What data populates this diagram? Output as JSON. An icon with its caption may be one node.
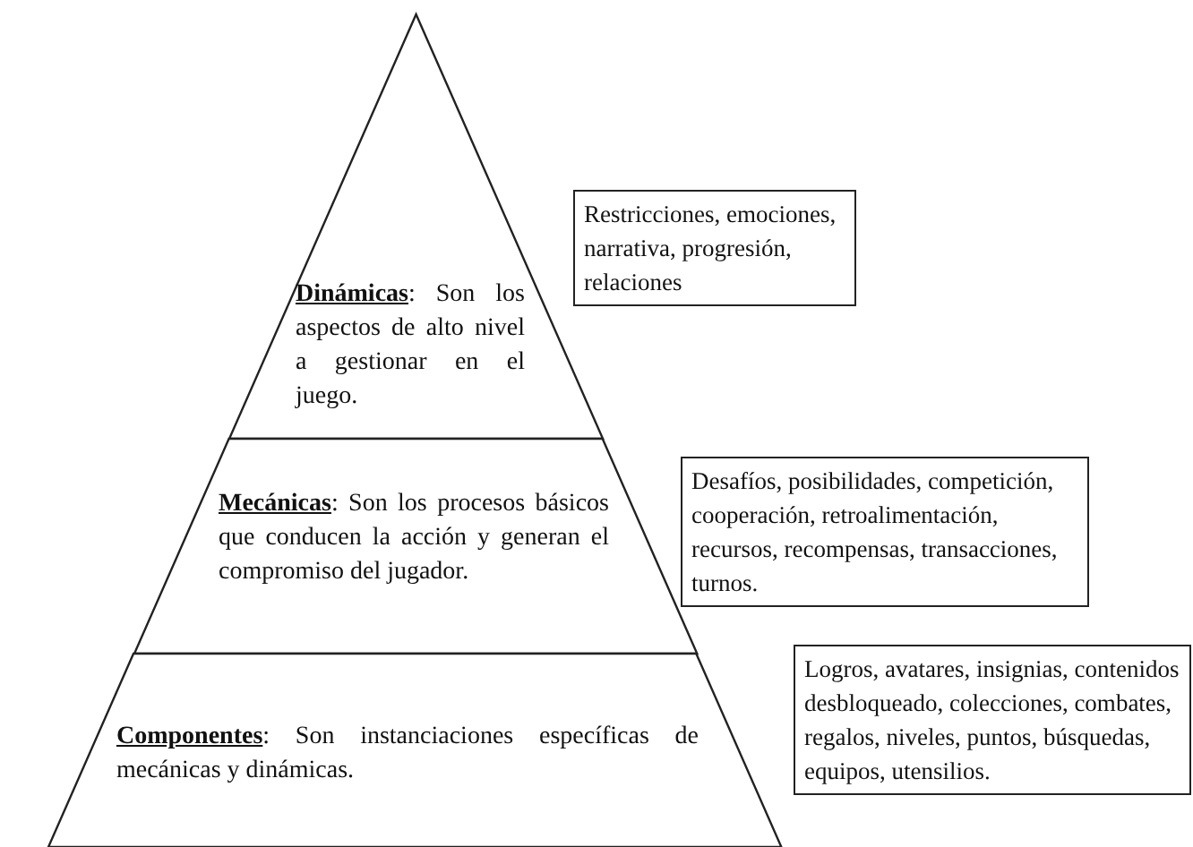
{
  "diagram": {
    "nodes": [
      {
        "text": [
          "**Dinámicas**: Son los aspectos de alto nivel a gestionar en el juego."
        ]
      },
      {
        "text": [
          "**Mecánicas**: Son los procesos básicos que conducen la acción y generan el compromiso del jugador."
        ]
      },
      {
        "text": [
          "**Componentes**: Son instanciaciones específicas de mecánicas y dinámicas."
        ]
      },
      {
        "text": [
          "Restricciones, emociones, narrativa, progresión, relaciones"
        ]
      },
      {
        "text": [
          "Desafíos, posibilidades, competición, cooperación, retroalimentación, recursos, recompensas, transacciones, turnos."
        ]
      },
      {
        "text": [
          "Logros, avatares, insignias, contenidos desbloqueado, colecciones, combates, regalos, niveles, puntos, búsquedas, equipos, utensilios."
        ]
      }
    ]
  }
}
